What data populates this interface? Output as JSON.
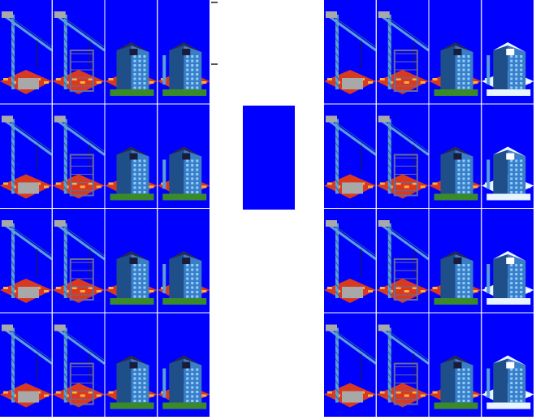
{
  "sprite_sheet": {
    "background_color": "#0000ff",
    "grid_line_color": "#ffffff",
    "sheets": [
      {
        "name": "left-sheet",
        "rows": 4,
        "cols": 4,
        "stages": [
          "crane-foundation",
          "crane-frame",
          "tower-built",
          "tower-finished"
        ]
      },
      {
        "name": "right-sheet",
        "rows": 4,
        "cols": 4,
        "stages": [
          "crane-foundation",
          "crane-frame",
          "tower-built",
          "tower-snow"
        ]
      }
    ],
    "colors": {
      "crane": "#5aa0d8",
      "crane_dark": "#2e5f8f",
      "building": "#3a7ec8",
      "building_dark": "#1f4f88",
      "window": "#8fd0ff",
      "ground_red": "#d83a20",
      "ground_orange": "#ffb040",
      "concrete": "#a8a8a8",
      "snow": "#e8f4ff",
      "green": "#3a8a2a"
    }
  }
}
